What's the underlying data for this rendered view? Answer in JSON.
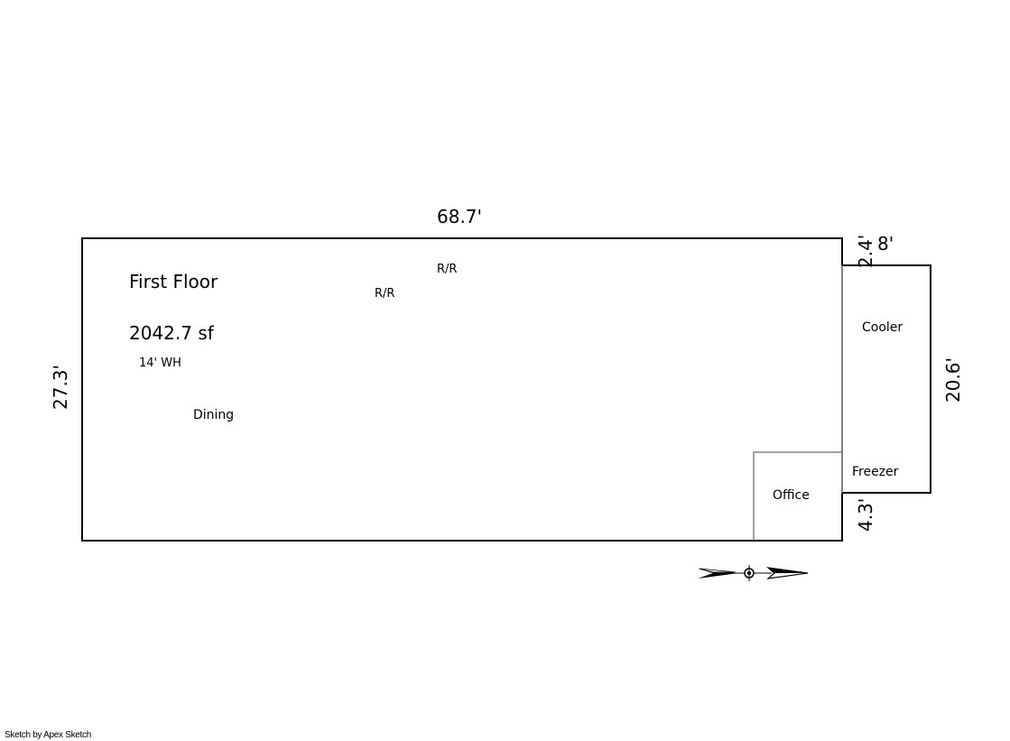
{
  "sketch": {
    "title": "First Floor",
    "area": "2042.7 sf",
    "wall_height": "14' WH",
    "rooms": {
      "dining": "Dining",
      "rr1": "R/R",
      "rr2": "R/R",
      "cooler": "Cooler",
      "freezer": "Freezer",
      "office": "Office"
    },
    "dimensions": {
      "top": "68.7'",
      "left": "27.3'",
      "right_ext": "20.6'",
      "ext_top_offset": "2.4'",
      "ext_top_width": "8'",
      "ext_bottom_offset": "4.3'"
    },
    "compass_icon": "north-arrow-icon"
  },
  "footer": {
    "credit": "Sketch by Apex Sketch"
  }
}
